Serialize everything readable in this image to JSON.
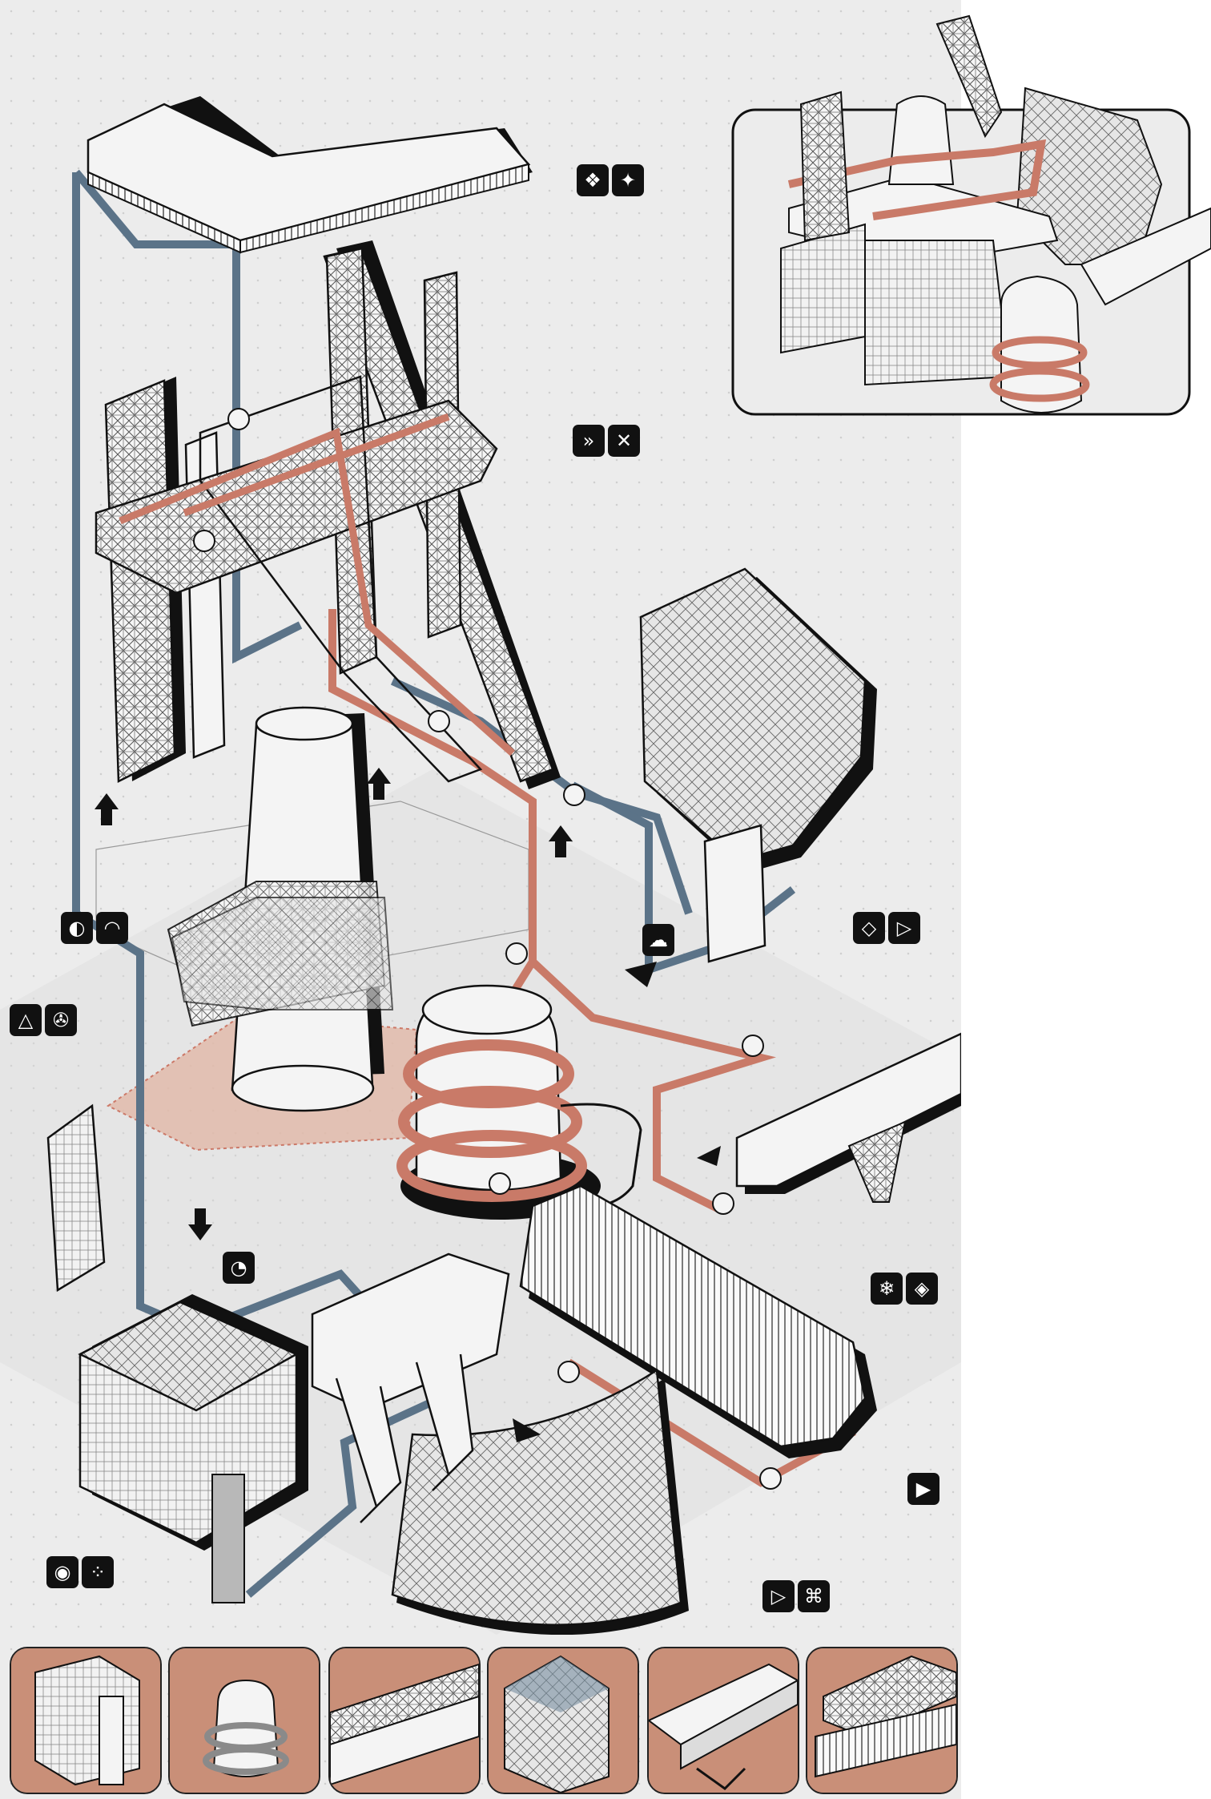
{
  "colors": {
    "background": "#ececec",
    "dot_grid": "#cfcfcf",
    "blue_path": "#5b7388",
    "red_path": "#c97a68",
    "outline": "#111111",
    "structure_fill": "#f4f4f4",
    "shadow_zone": "#e2b6a4",
    "thumbnail_bg": "#c98f78"
  },
  "icon_pairs": [
    {
      "id": "pair-1",
      "icons": [
        "flower-grid-icon",
        "star-diamond-icon"
      ]
    },
    {
      "id": "pair-2",
      "icons": [
        "double-chevron-icon",
        "pinwheel-icon"
      ]
    },
    {
      "id": "pair-3",
      "icons": [
        "swirl-icon",
        "arch-lines-icon"
      ]
    },
    {
      "id": "pair-4",
      "icons": [
        "triangle-loop-icon",
        "film-reel-icon"
      ]
    },
    {
      "id": "pair-5",
      "icons": [
        "cloud-loop-icon"
      ]
    },
    {
      "id": "pair-6",
      "icons": [
        "rotating-square-icon",
        "play-triangle-icon"
      ]
    },
    {
      "id": "pair-7",
      "icons": [
        "aperture-icon"
      ]
    },
    {
      "id": "pair-8",
      "icons": [
        "snowflake-icon",
        "spiral-square-icon"
      ]
    },
    {
      "id": "pair-9",
      "icons": [
        "play-dots-icon"
      ]
    },
    {
      "id": "pair-10",
      "icons": [
        "target-icon",
        "four-dot-grid-icon"
      ]
    },
    {
      "id": "pair-11",
      "icons": [
        "play-square-icon",
        "knot-icon"
      ]
    }
  ],
  "thumbnails": [
    {
      "id": "thumb-facade-block"
    },
    {
      "id": "thumb-spiral-tower"
    },
    {
      "id": "thumb-bridge-truss"
    },
    {
      "id": "thumb-glass-volume"
    },
    {
      "id": "thumb-conveyor"
    },
    {
      "id": "thumb-gantry"
    }
  ]
}
